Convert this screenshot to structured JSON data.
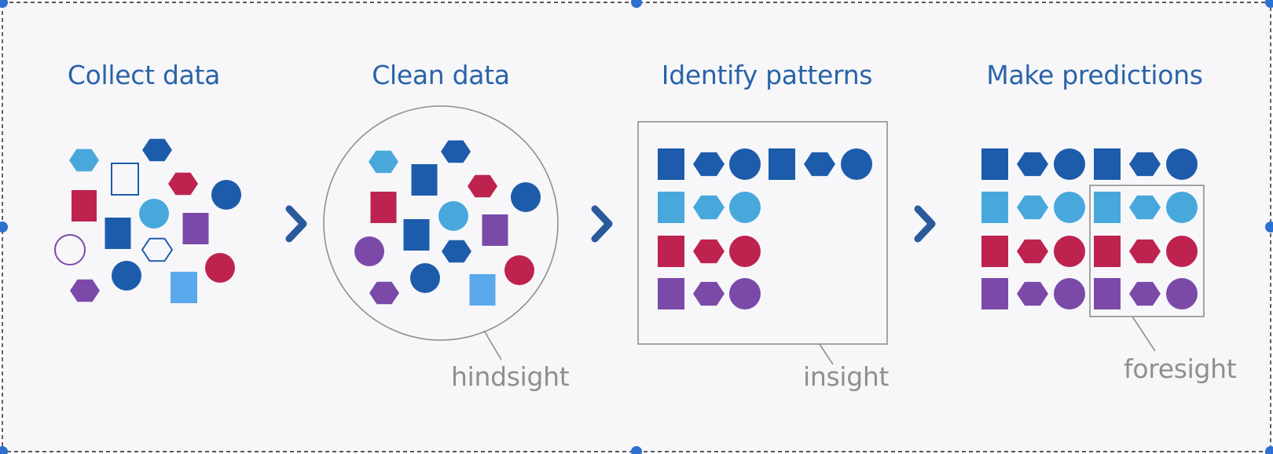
{
  "steps": [
    {
      "title": "Collect data"
    },
    {
      "title": "Clean data"
    },
    {
      "title": "Identify patterns"
    },
    {
      "title": "Make predictions"
    }
  ],
  "callouts": {
    "hindsight": "hindsight",
    "insight": "insight",
    "foresight": "foresight"
  },
  "colors": {
    "title": "#2a63a8",
    "arrow": "#2a5a9c",
    "dark_blue": "#1d5cab",
    "light_blue": "#48a8dc",
    "sky_blue": "#5aa9ec",
    "crimson": "#be2350",
    "purple": "#7b4aa8",
    "callout_line": "#8f8f8f",
    "background": "#f7f7fa",
    "selection_handle": "#2f6fd0"
  },
  "icons": [
    "chevron-right-icon",
    "square-shape",
    "hexagon-shape",
    "circle-shape"
  ]
}
